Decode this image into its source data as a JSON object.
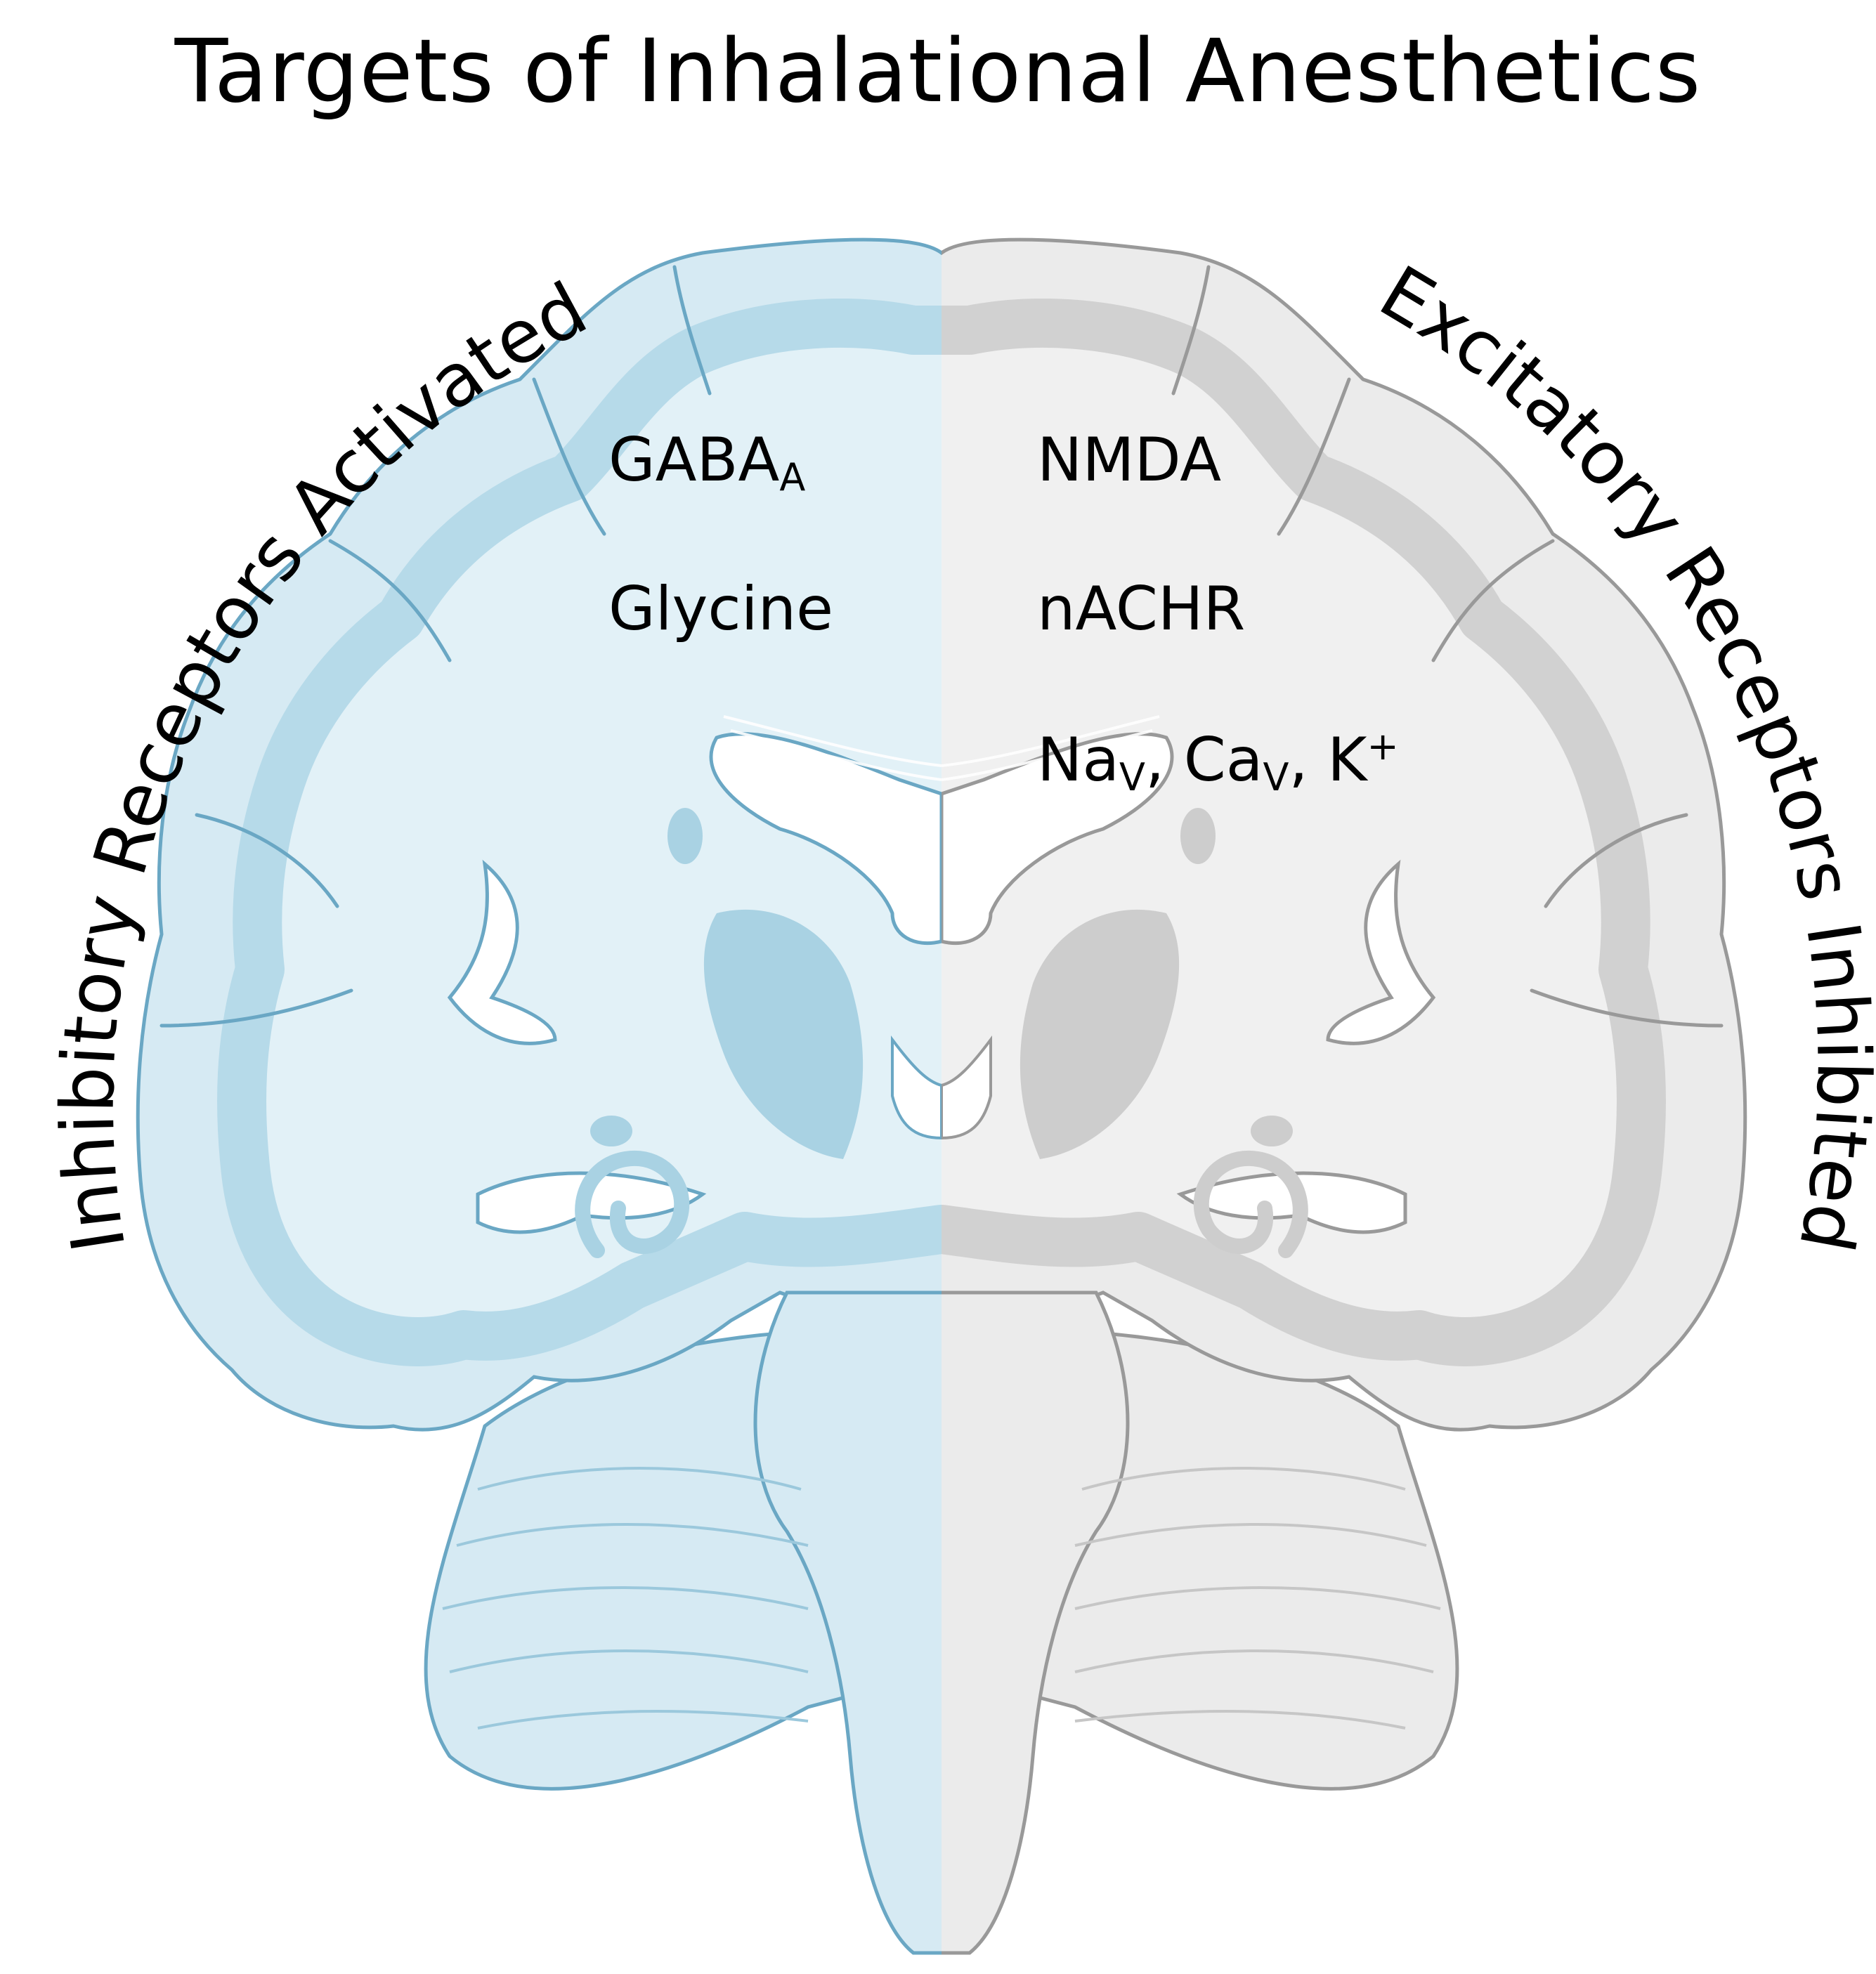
{
  "title": "Targets of Inhalational Anesthetics",
  "left_arc_label": "Inhibitory Receptors Activated",
  "right_arc_label": "Excitatory Receptors Inhibited",
  "inhibitory_targets": [
    {
      "base": "GABA",
      "sub": "A"
    },
    {
      "base": "Glycine"
    }
  ],
  "excitatory_targets": [
    {
      "text": "NMDA"
    },
    {
      "text": "nACHR"
    },
    {
      "na": "Na",
      "na_sub": "V",
      "sep1": ", ",
      "ca": "Ca",
      "ca_sub": "V",
      "sep2": ", ",
      "k": "K",
      "k_sup": "+"
    }
  ],
  "colors": {
    "left_fill": "#d6eaf3",
    "left_cortex": "#b3d9e8",
    "left_stroke": "#6aa7c4",
    "right_fill": "#ebebeb",
    "right_cortex": "#cfcfcf",
    "right_stroke": "#999999"
  }
}
